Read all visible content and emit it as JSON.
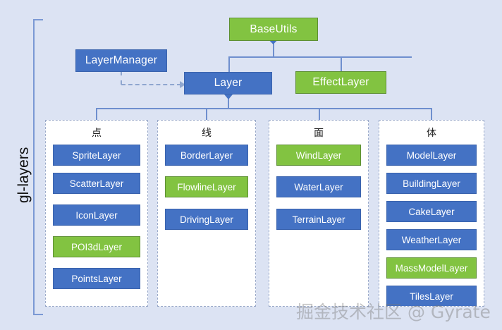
{
  "diagram": {
    "side_label": "gl-layers",
    "watermark": "掘金技术社区 @ Gyrate",
    "colors": {
      "background": "#dce3f3",
      "node_blue": "#4472c4",
      "node_green": "#82c341",
      "connector": "#6f8fce",
      "group_border": "#9aa9c9",
      "group_fill": "#ffffff"
    },
    "root": {
      "label": "BaseUtils",
      "color": "green"
    },
    "level2": [
      {
        "label": "Layer",
        "color": "blue"
      },
      {
        "label": "EffectLayer",
        "color": "green"
      }
    ],
    "aside": {
      "label": "LayerManager",
      "color": "blue",
      "relation": "dashed-arrow-to-layer"
    },
    "groups": [
      {
        "title": "点",
        "items": [
          {
            "label": "SpriteLayer",
            "color": "blue"
          },
          {
            "label": "ScatterLayer",
            "color": "blue"
          },
          {
            "label": "IconLayer",
            "color": "blue"
          },
          {
            "label": "POI3dLayer",
            "color": "green"
          },
          {
            "label": "PointsLayer",
            "color": "blue"
          }
        ]
      },
      {
        "title": "线",
        "items": [
          {
            "label": "BorderLayer",
            "color": "blue"
          },
          {
            "label": "FlowlineLayer",
            "color": "green"
          },
          {
            "label": "DrivingLayer",
            "color": "blue"
          }
        ]
      },
      {
        "title": "面",
        "items": [
          {
            "label": "WindLayer",
            "color": "green"
          },
          {
            "label": "WaterLayer",
            "color": "blue"
          },
          {
            "label": "TerrainLayer",
            "color": "blue"
          }
        ]
      },
      {
        "title": "体",
        "items": [
          {
            "label": "ModelLayer",
            "color": "blue"
          },
          {
            "label": "BuildingLayer",
            "color": "blue"
          },
          {
            "label": "CakeLayer",
            "color": "blue"
          },
          {
            "label": "WeatherLayer",
            "color": "blue"
          },
          {
            "label": "MassModelLayer",
            "color": "green"
          },
          {
            "label": "TilesLayer",
            "color": "blue"
          }
        ]
      }
    ]
  }
}
